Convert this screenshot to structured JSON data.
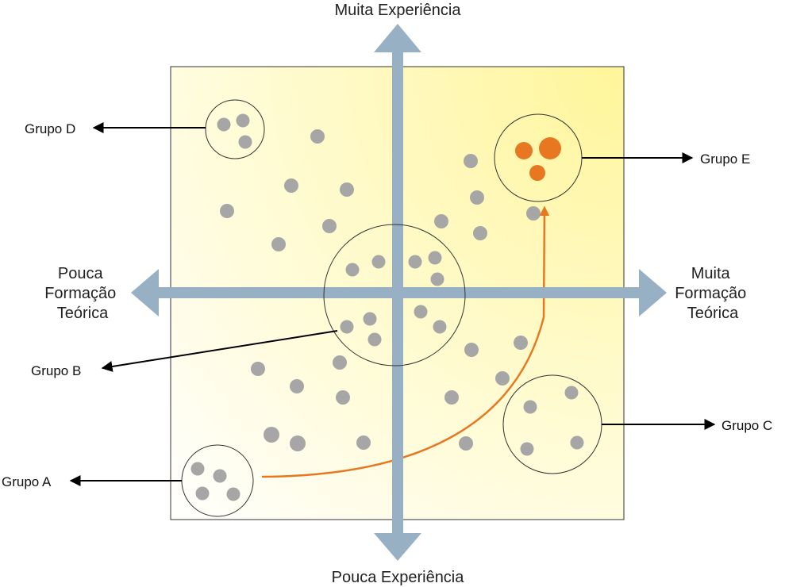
{
  "axes": {
    "top": "Muita Experiência",
    "bottom": "Pouca Experiência",
    "left": [
      "Pouca",
      "Formação",
      "Teórica"
    ],
    "right": [
      "Muita",
      "Formação",
      "Teórica"
    ]
  },
  "groups": {
    "a": "Grupo A",
    "b": "Grupo B",
    "c": "Grupo C",
    "d": "Grupo D",
    "e": "Grupo E"
  },
  "colors": {
    "axis": "#98b0c4",
    "dot": "#a6a6a6",
    "highlight": "#e87722",
    "panel_light": "#ffffff",
    "panel_dark": "#fff6a0"
  }
}
